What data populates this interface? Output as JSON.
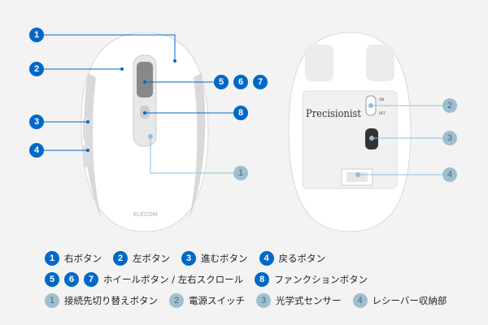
{
  "mouse_text": {
    "brand": "ELECOM",
    "product": "Precisionist",
    "switch_on": "ON",
    "switch_off": "OFF"
  },
  "colors": {
    "primary_marker": "#0068c8",
    "secondary_marker": "#9fbfd0",
    "line": "#0068c8",
    "line_light": "#8fc0dc"
  },
  "top_markers": [
    "1",
    "2",
    "3",
    "4",
    "5",
    "6",
    "7",
    "8"
  ],
  "side_markers": [
    "1",
    "2",
    "3",
    "4"
  ],
  "legend": {
    "row1": [
      {
        "n": "1",
        "label": "右ボタン"
      },
      {
        "n": "2",
        "label": "左ボタン"
      },
      {
        "n": "3",
        "label": "進むボタン"
      },
      {
        "n": "4",
        "label": "戻るボタン"
      }
    ],
    "row2": {
      "nums": [
        "5",
        "6",
        "7"
      ],
      "label": "ホイールボタン / 左右スクロール",
      "n8": "8",
      "label8": "ファンクションボタン"
    },
    "row3": [
      {
        "n": "1",
        "label": "接続先切り替えボタン"
      },
      {
        "n": "2",
        "label": "電源スイッチ"
      },
      {
        "n": "3",
        "label": "光学式センサー"
      },
      {
        "n": "4",
        "label": "レシーバー収納部"
      }
    ]
  }
}
